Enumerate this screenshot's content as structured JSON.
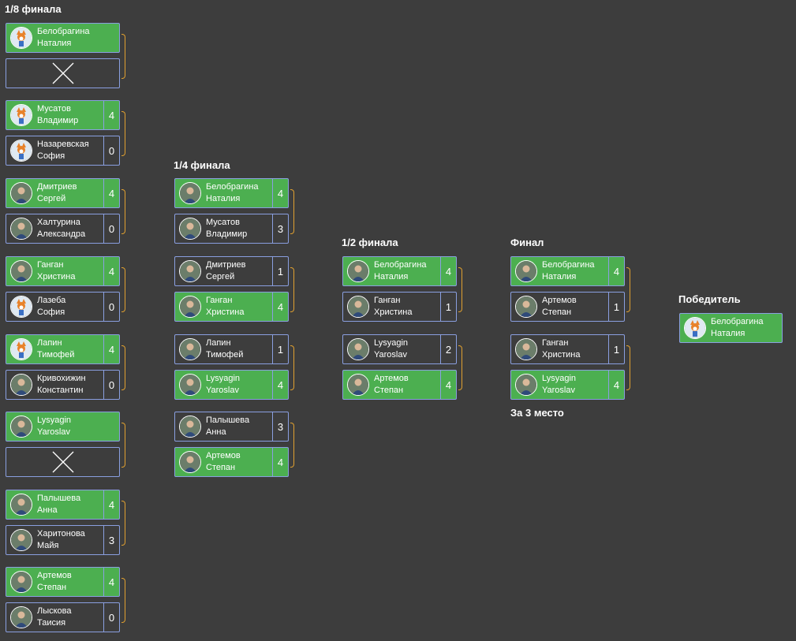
{
  "colors": {
    "background": "#3d3d3d",
    "winner": "#4caf50",
    "border": "#8a9fe0",
    "connector": "#e0a030"
  },
  "titles": {
    "r16": "1/8 финала",
    "qf": "1/4 финала",
    "sf": "1/2 финала",
    "final": "Финал",
    "winner": "Победитель",
    "third": "За 3 место"
  },
  "r16": [
    {
      "top": {
        "name": "Белобрагина\nНаталия",
        "score": "",
        "avatar": "fox-mascot-icon"
      },
      "bottom": {
        "empty": true
      }
    },
    {
      "top": {
        "name": "Мусатов\nВладимир",
        "score": "4",
        "avatar": "fox-mascot-icon"
      },
      "bottom": {
        "name": "Назаревская\nСофия",
        "score": "0",
        "avatar": "fox-mascot-icon"
      }
    },
    {
      "top": {
        "name": "Дмитриев\nСергей",
        "score": "4",
        "avatar": "player-photo-icon"
      },
      "bottom": {
        "name": "Халтурина\nАлександра",
        "score": "0",
        "avatar": "player-photo-icon"
      }
    },
    {
      "top": {
        "name": "Ганган\nХристина",
        "score": "4",
        "avatar": "player-photo-icon"
      },
      "bottom": {
        "name": "Лазеба\nСофия",
        "score": "0",
        "avatar": "fox-mascot-icon"
      }
    },
    {
      "top": {
        "name": "Лапин\nТимофей",
        "score": "4",
        "avatar": "fox-mascot-icon"
      },
      "bottom": {
        "name": "Кривохижин\nКонстантин",
        "score": "0",
        "avatar": "player-photo-icon"
      }
    },
    {
      "top": {
        "name": "Lysyagin\nYaroslav",
        "score": "",
        "avatar": "player-photo-icon"
      },
      "bottom": {
        "empty": true
      }
    },
    {
      "top": {
        "name": "Палышева\nАнна",
        "score": "4",
        "avatar": "player-photo-icon"
      },
      "bottom": {
        "name": "Харитонова\nМайя",
        "score": "3",
        "avatar": "player-photo-icon"
      }
    },
    {
      "top": {
        "name": "Артемов\nСтепан",
        "score": "4",
        "avatar": "player-photo-icon"
      },
      "bottom": {
        "name": "Лыскова\nТаисия",
        "score": "0",
        "avatar": "player-photo-icon"
      }
    }
  ],
  "qf": [
    {
      "top": {
        "name": "Белобрагина\nНаталия",
        "score": "4",
        "win": true
      },
      "bottom": {
        "name": "Мусатов\nВладимир",
        "score": "3"
      }
    },
    {
      "top": {
        "name": "Дмитриев\nСергей",
        "score": "1"
      },
      "bottom": {
        "name": "Ганган\nХристина",
        "score": "4",
        "win": true
      }
    },
    {
      "top": {
        "name": "Лапин\nТимофей",
        "score": "1"
      },
      "bottom": {
        "name": "Lysyagin\nYaroslav",
        "score": "4",
        "win": true
      }
    },
    {
      "top": {
        "name": "Палышева\nАнна",
        "score": "3"
      },
      "bottom": {
        "name": "Артемов\nСтепан",
        "score": "4",
        "win": true
      }
    }
  ],
  "sf": [
    {
      "top": {
        "name": "Белобрагина\nНаталия",
        "score": "4",
        "win": true
      },
      "bottom": {
        "name": "Ганган\nХристина",
        "score": "1"
      }
    },
    {
      "top": {
        "name": "Lysyagin\nYaroslav",
        "score": "2"
      },
      "bottom": {
        "name": "Артемов\nСтепан",
        "score": "4",
        "win": true
      }
    }
  ],
  "final": [
    {
      "top": {
        "name": "Белобрагина\nНаталия",
        "score": "4",
        "win": true
      },
      "bottom": {
        "name": "Артемов\nСтепан",
        "score": "1"
      }
    },
    {
      "top": {
        "name": "Ганган\nХристина",
        "score": "1"
      },
      "bottom": {
        "name": "Lysyagin\nYaroslav",
        "score": "4",
        "win": true
      }
    }
  ],
  "winner": {
    "name": "Белобрагина\nНаталия"
  }
}
